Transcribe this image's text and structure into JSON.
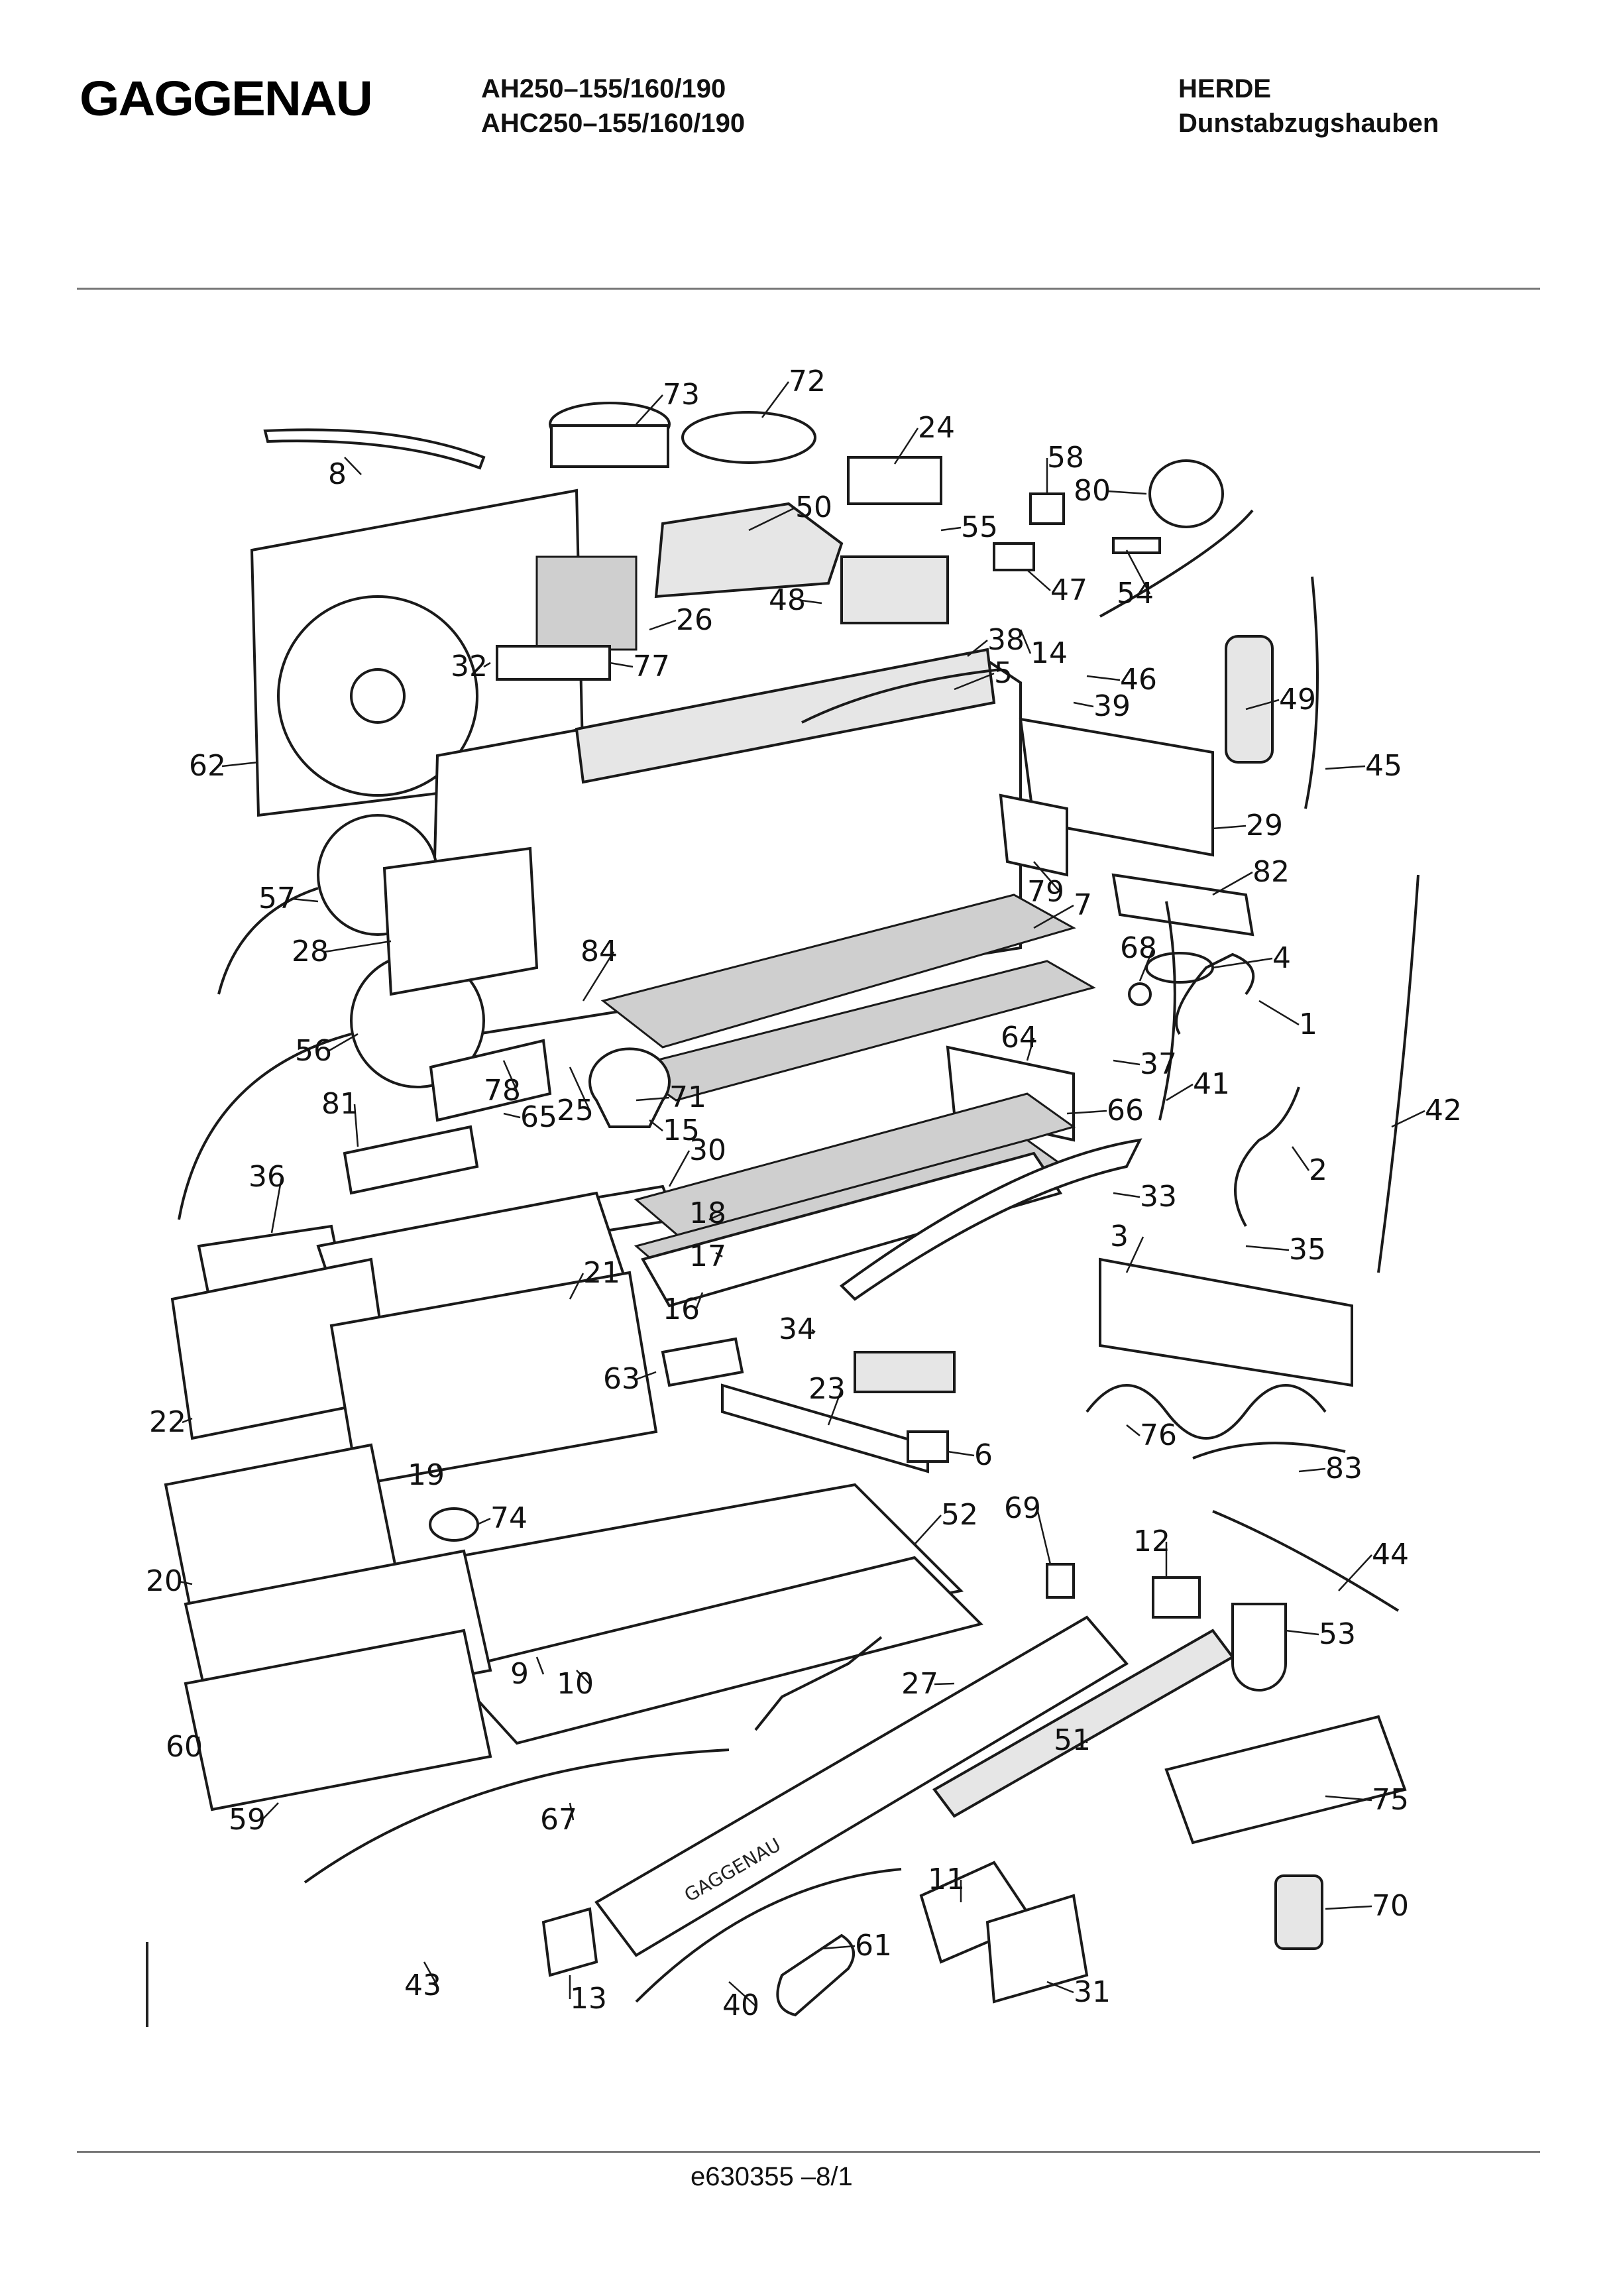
{
  "header": {
    "brand": "GAGGENAU",
    "model_line1": "AH250–155/160/190",
    "model_line2": "AHC250–155/160/190",
    "category_line1": "HERDE",
    "category_line2": "Dunstabzugshauben"
  },
  "footer": {
    "doc_number": "e630355 –8/1"
  },
  "diagram": {
    "part_labels": [
      "1",
      "2",
      "3",
      "4",
      "5",
      "6",
      "7",
      "8",
      "9",
      "10",
      "11",
      "12",
      "13",
      "14",
      "15",
      "16",
      "17",
      "18",
      "19",
      "20",
      "21",
      "22",
      "23",
      "24",
      "25",
      "26",
      "27",
      "28",
      "29",
      "30",
      "31",
      "32",
      "33",
      "34",
      "35",
      "36",
      "37",
      "38",
      "39",
      "40",
      "41",
      "42",
      "43",
      "44",
      "45",
      "46",
      "47",
      "48",
      "49",
      "50",
      "51",
      "52",
      "53",
      "54",
      "55",
      "56",
      "57",
      "58",
      "59",
      "60",
      "61",
      "62",
      "63",
      "64",
      "65",
      "66",
      "67",
      "68",
      "69",
      "70",
      "71",
      "72",
      "73",
      "74",
      "75",
      "76",
      "77",
      "78",
      "79",
      "80",
      "81",
      "82",
      "83",
      "84"
    ],
    "panel_lettering": "GAGGENAU"
  }
}
